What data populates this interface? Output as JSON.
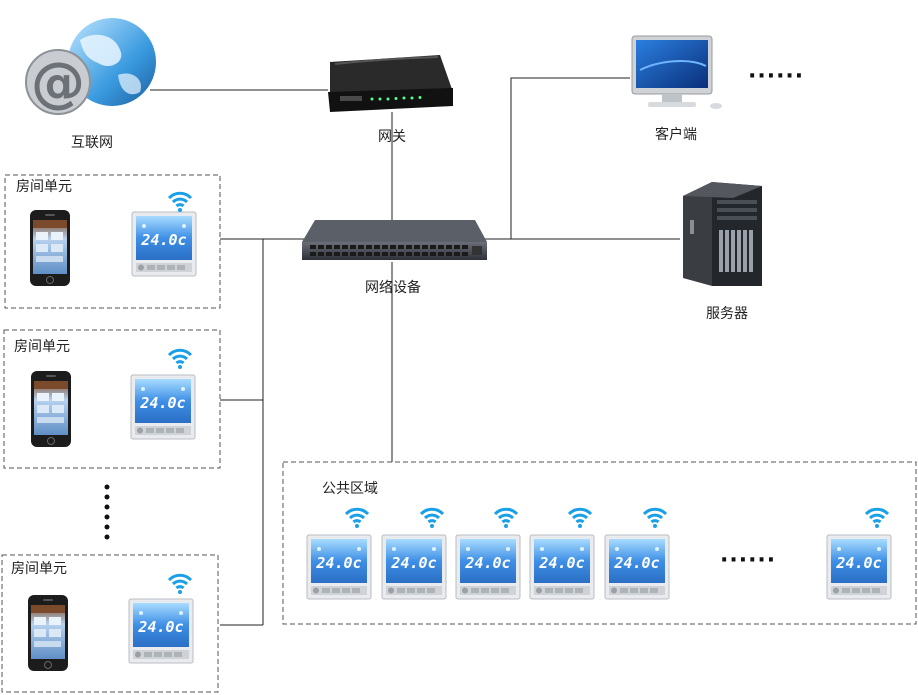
{
  "labels": {
    "internet": "互联网",
    "gateway": "网关",
    "client": "客户端",
    "network_device": "网络设备",
    "server": "服务器",
    "public_area": "公共区域",
    "room_unit": "房间单元"
  },
  "room_units": [
    {
      "title": "房间单元"
    },
    {
      "title": "房间单元"
    },
    {
      "title": "房间单元"
    }
  ],
  "thermostat": {
    "display": "24.0c"
  },
  "ellipsis": "······",
  "colors": {
    "line": "#222222",
    "dash": "#555555",
    "screen": "#3f8fe6",
    "screen_light": "#8cc8ff",
    "wifi": "#1aa0e6"
  }
}
